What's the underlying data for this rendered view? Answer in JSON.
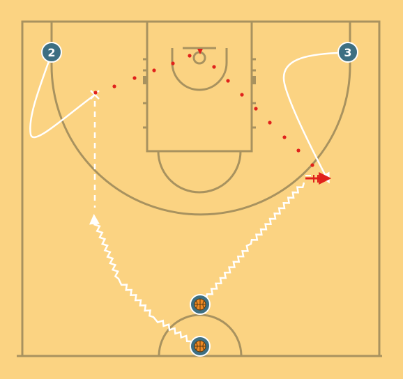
{
  "colors": {
    "background": "#fbd382",
    "court_lines": "#a8925f",
    "player_fill": "#3d6f82",
    "player_stroke": "#ffffff",
    "movement": "#ffffff",
    "shot_path": "#e0211b",
    "ball": "#f08a24"
  },
  "players": [
    {
      "id": "player-2",
      "label": "2"
    },
    {
      "id": "player-3",
      "label": "3"
    }
  ],
  "ball_handlers": [
    {
      "id": "ball-handler-top",
      "icon": "basketball-icon"
    },
    {
      "id": "ball-handler-bottom",
      "icon": "basketball-icon"
    }
  ]
}
